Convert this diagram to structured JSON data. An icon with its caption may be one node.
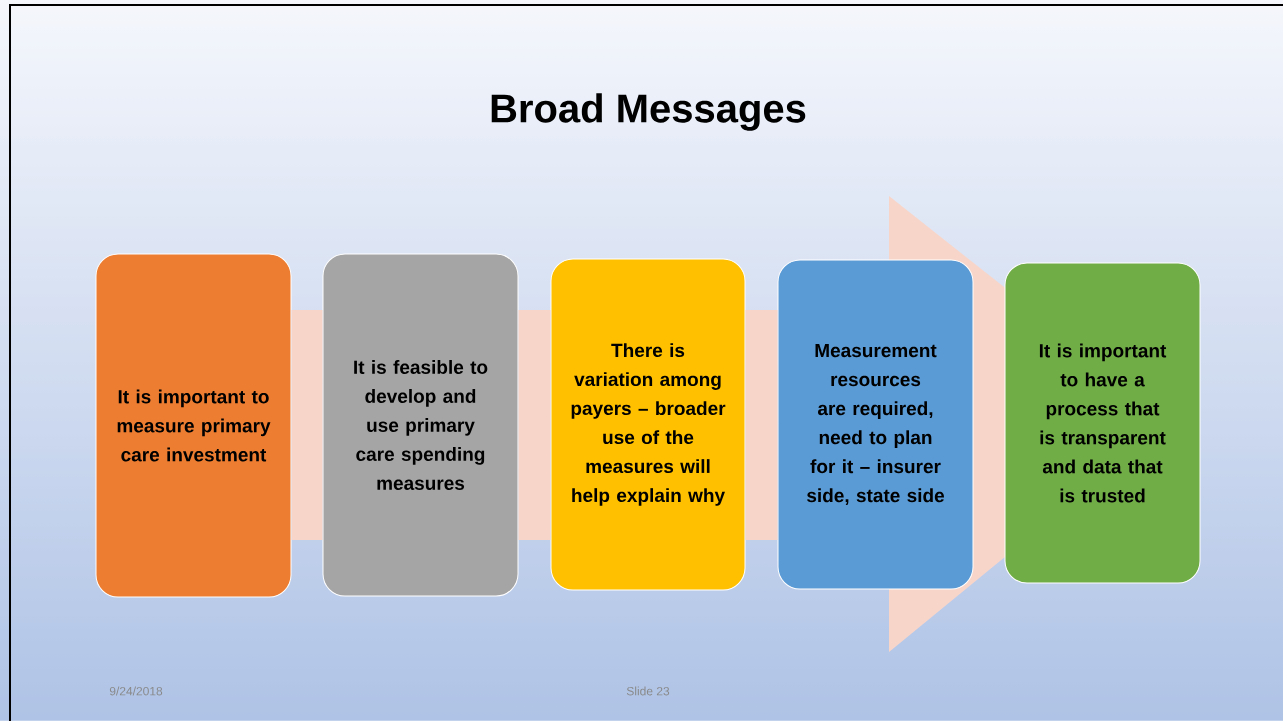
{
  "diagram": {
    "title": "Broad Messages",
    "nodes": [
      {
        "text": [
          "It is important to measure primary care investment"
        ]
      },
      {
        "text": [
          "It is feasible to develop and use primary care spending measures"
        ]
      },
      {
        "text": [
          "There is variation among payers – broader use of the measures will help explain why"
        ]
      },
      {
        "text": [
          "Measurement resources are required, need to plan for it – insurer side, state side"
        ]
      },
      {
        "text": [
          "It is important to have a process that is transparent and data that is trusted"
        ]
      }
    ],
    "edges": [
      {
        "from": 0,
        "to": 1,
        "arrow": "none"
      },
      {
        "from": 1,
        "to": 2,
        "arrow": "none"
      },
      {
        "from": 2,
        "to": 3,
        "arrow": "none"
      },
      {
        "from": 3,
        "to": 4,
        "arrow": "to"
      }
    ],
    "labels": [
      "9/24/2018",
      "Slide 23"
    ]
  }
}
